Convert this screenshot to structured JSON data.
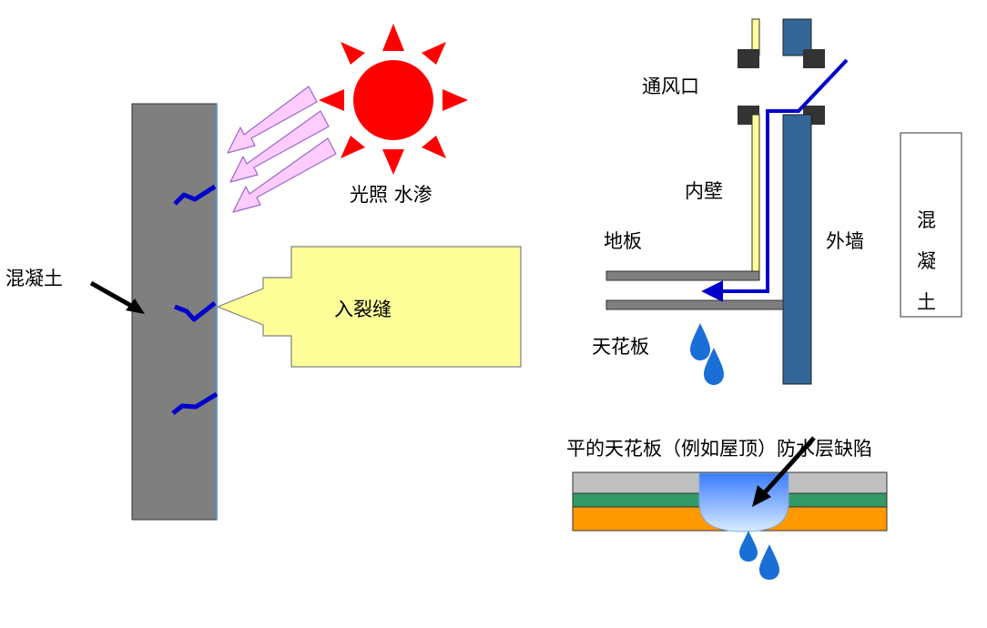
{
  "left_diagram": {
    "concrete_label": "混凝土",
    "sun_label": "光照 水渗",
    "crack_label": "入裂缝"
  },
  "right_diagram": {
    "vent_label": "通风口",
    "inner_wall_label": "内壁",
    "floor_label": "地板",
    "outer_wall_label": "外墙",
    "ceiling_label": "天花板",
    "concrete_box": [
      "混",
      "凝",
      "土"
    ]
  },
  "roof_diagram": {
    "caption": "平的天花板（例如屋顶）防水层缺陷"
  },
  "colors": {
    "concrete": "#7f7f7f",
    "sun": "#ff0000",
    "light_arrow": "#ffccff",
    "callout": "#ffff99",
    "wall_blue": "#336699",
    "inner_wall": "#ffff99",
    "water_path": "#0000cc",
    "drop": "#1a6fd6",
    "roof_grey": "#c0c0c0",
    "roof_green": "#339966",
    "roof_orange": "#ff9900"
  }
}
